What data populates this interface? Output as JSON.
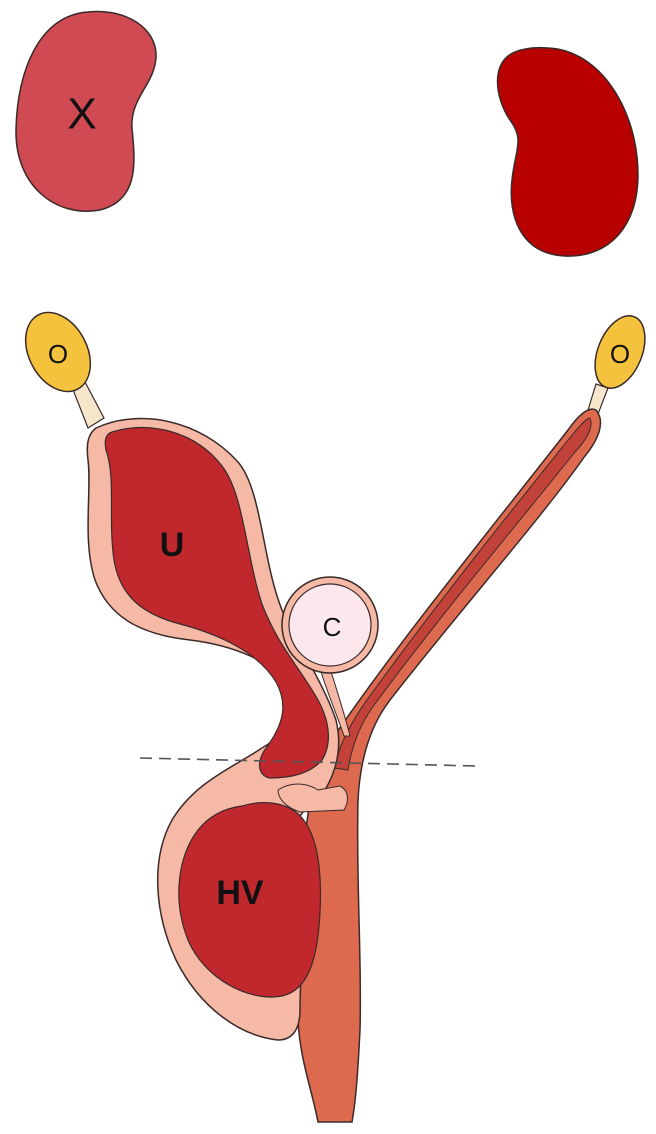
{
  "labels": {
    "absent_kidney": "X",
    "left_uterus": "U",
    "cyst": "C",
    "hematocolpos": "HV",
    "left_ovary": "O",
    "right_ovary": "O"
  },
  "colors": {
    "left_kidney": "#cf4a52",
    "right_kidney": "#b80000",
    "ovary": "#f4c23c",
    "tube_stalk": "#f5e6cc",
    "tissue_pink": "#f5b9a6",
    "lumen_dark_red": "#c0282e",
    "right_horn": "#dd6a4f",
    "right_horn_lumen": "#c2423a",
    "cyst_fill": "#fbe7ec",
    "outline": "#3a2a2a",
    "dashed_line": "#555555"
  }
}
